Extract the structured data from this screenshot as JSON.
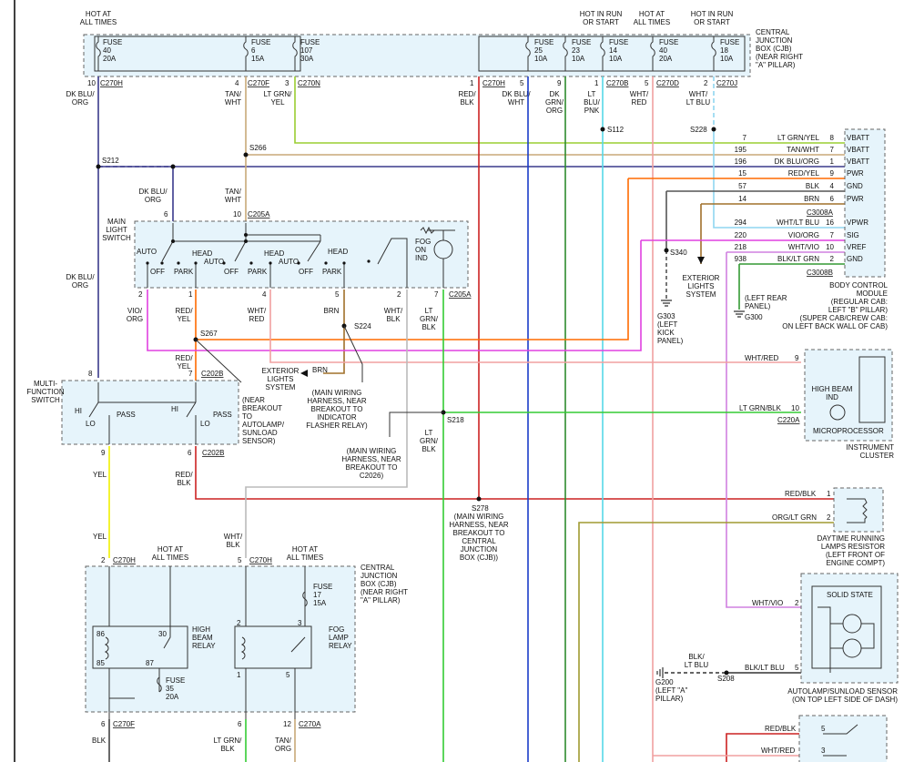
{
  "colors": {
    "dk_blu_org": "#3a3a8c",
    "tan_wht": "#c8a878",
    "lt_grn_yel": "#9acd32",
    "red_blk": "#cc2222",
    "dk_blu_wht": "#1a3cc8",
    "dk_grn_org": "#2e8b2e",
    "lt_blu_pnk": "#55d8e8",
    "wht_red": "#f0a0a0",
    "wht_lt_blu": "#8fd6f0",
    "red_yel": "#ff6a00",
    "blk": "#555555",
    "brn": "#a0702a",
    "vio_org": "#e040e0",
    "wht_vio": "#d080e0",
    "blk_lt_grn": "#339933",
    "wht_blk": "#bbbbbb",
    "lt_grn_blk": "#33cc33",
    "yel": "#f0f000",
    "org_lt_grn": "#a09a30",
    "lt_grn_org": "#66bb22"
  },
  "top_labels": {
    "hot_all_times_1": "HOT AT\nALL TIMES",
    "hot_run_start_1": "HOT IN RUN\nOR START",
    "hot_all_times_2": "HOT AT\nALL TIMES",
    "hot_run_start_2": "HOT IN RUN\nOR START",
    "cjb_note": "CENTRAL\nJUNCTION\nBOX (CJB)\n(NEAR RIGHT\n\"A\" PILLAR)"
  },
  "fuses_top": [
    {
      "label": "FUSE\n40\n20A"
    },
    {
      "label": "FUSE\n6\n15A"
    },
    {
      "label": "FUSE\n107\n30A"
    },
    {
      "label": "FUSE\n25\n10A"
    },
    {
      "label": "FUSE\n23\n10A"
    },
    {
      "label": "FUSE\n14\n10A"
    },
    {
      "label": "FUSE\n40\n20A"
    },
    {
      "label": "FUSE\n18\n10A"
    }
  ],
  "top_pins": [
    {
      "pin": "10",
      "conn": "C270H",
      "wire": "DK BLU/\nORG"
    },
    {
      "pin": "4",
      "conn": "C270F",
      "wire": "TAN/\nWHT"
    },
    {
      "pin": "3",
      "conn": "C270N",
      "wire": "LT GRN/\nYEL"
    },
    {
      "pin": "1",
      "conn": "C270H",
      "wire": "RED/\nBLK"
    },
    {
      "pin": "5",
      "conn": "",
      "wire": "DK BLU/\nWHT"
    },
    {
      "pin": "9",
      "conn": "",
      "wire": "DK\nGRN/\nORG"
    },
    {
      "pin": "1",
      "conn": "C270B",
      "wire": "LT\nBLU/\nPNK"
    },
    {
      "pin": "5",
      "conn": "C270D",
      "wire": "WHT/\nRED"
    },
    {
      "pin": "2",
      "conn": "C270J",
      "wire": "WHT/\nLT BLU"
    }
  ],
  "splices": {
    "s112": "S112",
    "s228": "S228",
    "s266": "S266",
    "s212": "S212",
    "s340": "S340",
    "s267": "S267",
    "s224": "S224",
    "s218": "S218",
    "s278": "S278",
    "s208": "S208"
  },
  "bcm": {
    "pins": [
      {
        "wire": "LT GRN/YEL",
        "circ": "7",
        "pin": "8",
        "name": "VBATT"
      },
      {
        "wire": "TAN/WHT",
        "circ": "195",
        "pin": "7",
        "name": "VBATT"
      },
      {
        "wire": "DK BLU/ORG",
        "circ": "196",
        "pin": "1",
        "name": "VBATT"
      },
      {
        "wire": "RED/YEL",
        "circ": "15",
        "pin": "9",
        "name": "PWR"
      },
      {
        "wire": "BLK",
        "circ": "57",
        "pin": "4",
        "name": "GND"
      },
      {
        "wire": "BRN",
        "circ": "14",
        "pin": "6",
        "name": "PWR"
      },
      {
        "wire": "WHT/LT BLU",
        "circ": "294",
        "pin": "16",
        "name": "VPWR"
      },
      {
        "wire": "VIO/ORG",
        "circ": "220",
        "pin": "7",
        "name": "SIG"
      },
      {
        "wire": "WHT/VIO",
        "circ": "218",
        "pin": "10",
        "name": "VREF"
      },
      {
        "wire": "BLK/LT GRN",
        "circ": "938",
        "pin": "2",
        "name": "GND"
      }
    ],
    "conn_a": "C3008A",
    "conn_b": "C3008B",
    "label": "BODY CONTROL\nMODULE\n(REGULAR CAB:\nLEFT \"B\" PILLAR)\n(SUPER CAB/CREW CAB:\nON LEFT BACK WALL OF CAB)"
  },
  "main_light_switch": {
    "title": "MAIN\nLIGHT\nSWITCH",
    "pin_top_1": "6",
    "pin_top_2": "10",
    "conn_top": "C205A",
    "auto": "AUTO",
    "off": "OFF",
    "park": "PARK",
    "head": "HEAD",
    "fog_on_ind": "FOG\nON\nIND",
    "bottom_pins": [
      "2",
      "1",
      "4",
      "5",
      "2",
      "7"
    ],
    "conn_bottom": "C205A",
    "left_wire": "DK BLU/\nORG",
    "top_left_wire": "DK BLU/\nORG",
    "top_mid_wire": "TAN/\nWHT"
  },
  "msl_wires": {
    "vio_org": "VIO/\nORG",
    "red_yel": "RED/\nYEL",
    "wht_red": "WHT/\nRED",
    "brn": "BRN",
    "wht_blk": "WHT/\nBLK",
    "lt_grn_blk": "LT\nGRN/\nBLK"
  },
  "ext_lights_1": "EXTERIOR\nLIGHTS\nSYSTEM",
  "ext_lights_2": "EXTERIOR\nLIGHTS\nSYSTEM",
  "brn_arrow": "BRN",
  "g303": "G303\n(LEFT\nKICK\nPANEL)",
  "g300_note": "(LEFT REAR\nPANEL)",
  "g300": "G300",
  "harness_note_1": "(MAIN WIRING\nHARNESS, NEAR\nBREAKOUT TO\nINDICATOR\nFLASHER RELAY)",
  "harness_note_2": "(MAIN WIRING\nHARNESS, NEAR\nBREAKOUT TO\nC2026)",
  "harness_note_3": "(NEAR\nBREAKOUT\nTO\nAUTOLAMP/\nSUNLOAD\nSENSOR)",
  "s278_note": "(MAIN WIRING\nHARNESS, NEAR\nBREAKOUT TO\nCENTRAL\nJUNCTION\nBOX (CJB))",
  "multi_function_switch": {
    "title": "MULTI-\nFUNCTION\nSWITCH",
    "pin_in_1": "8",
    "pin_in_2": "7",
    "conn_in": "C202B",
    "hi": "HI",
    "lo": "LO",
    "pass": "PASS",
    "pin_out_1": "9",
    "pin_out_2": "6",
    "conn_out": "C202B",
    "red_yel": "RED/\nYEL",
    "yel": "YEL",
    "red_blk": "RED/\nBLK"
  },
  "instrument_cluster": {
    "wht_red": "WHT/RED",
    "pin_9": "9",
    "lt_grn_blk": "LT GRN/BLK",
    "pin_10": "10",
    "conn": "C220A",
    "high_beam_ind": "HIGH BEAM\nIND",
    "micro": "MICROPROCESSOR",
    "label": "INSTRUMENT\nCLUSTER"
  },
  "drl_resistor": {
    "red_blk": "RED/BLK",
    "pin_1": "1",
    "org_lt_grn": "ORG/LT GRN",
    "pin_2": "2",
    "label": "DAYTIME RUNNING\nLAMPS RESISTOR\n(LEFT FRONT OF\nENGINE COMPT)"
  },
  "s218_wire": "LT\nGRN/\nBLK",
  "autolamp": {
    "wht_vio": "WHT/VIO",
    "pin_2": "2",
    "blk_lt_blu": "BLK/LT BLU",
    "pin_5": "5",
    "solid_state": "SOLID STATE",
    "label": "AUTOLAMP/SUNLOAD SENSOR\n(ON TOP LEFT SIDE OF DASH)",
    "g200_wire": "BLK/\nLT BLU",
    "g200": "G200\n(LEFT \"A\"\nPILLAR)"
  },
  "bottom_right": {
    "red_blk": "RED/BLK",
    "pin_5": "5",
    "wht_red": "WHT/RED",
    "pin_3": "3"
  },
  "bottom_cjb": {
    "hot_all_1": "HOT AT\nALL TIMES",
    "hot_all_2": "HOT AT\nALL TIMES",
    "pin_yel": "2",
    "conn_yel": "C270H",
    "pin_whtblk": "5",
    "conn_whtblk": "C270H",
    "yel_wire": "YEL",
    "wht_blk_wire": "WHT/\nBLK",
    "fuse_17": "FUSE\n17\n15A",
    "fuse_35": "FUSE\n35\n20A",
    "high_beam_relay": "HIGH\nBEAM\nRELAY",
    "fog_lamp_relay": "FOG\nLAMP\nRELAY",
    "pins_hb": [
      "86",
      "30",
      "85",
      "87"
    ],
    "pins_fog": [
      "2",
      "3",
      "1",
      "5"
    ],
    "note": "CENTRAL\nJUNCTION\nBOX (CJB)\n(NEAR RIGHT\n\"A\" PILLAR)",
    "out_pins": [
      {
        "pin": "6",
        "conn": "C270F",
        "wire": "BLK"
      },
      {
        "pin": "6",
        "conn": "",
        "wire": "LT GRN/\nBLK"
      },
      {
        "pin": "12",
        "conn": "C270A",
        "wire": "TAN/\nORG"
      }
    ]
  }
}
